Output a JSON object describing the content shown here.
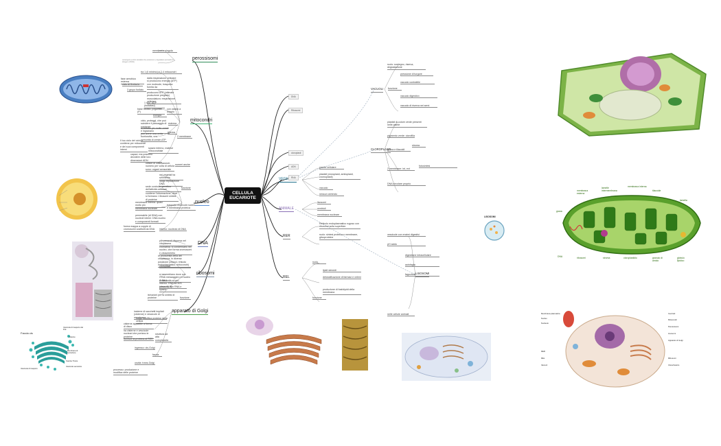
{
  "center": {
    "line1": "CELLULA",
    "line2": "EUCARIOTE"
  },
  "colors": {
    "perossisomi": "#2e8b57",
    "mitocondri": "#3cb371",
    "nucleo": "#5b8fd6",
    "dna": "#6a7fbf",
    "ribosomi": "#7f8fa6",
    "golgi": "#4a9e4a",
    "vegetale": "#1f6f8b",
    "animale": "#8a6fb5",
    "rer": "#7a8fb0",
    "rel": "#8a9ab0",
    "vacuoli": "#d9901f",
    "cloroplasti": "#7bb06a",
    "lisosomi": "#d07a2a"
  },
  "branches": {
    "perossisomi": {
      "label": "perossisomi",
      "items": [
        "membrana singola",
        "contengono enzimi ossidativi che producono e degradano perossido di idrogeno (H2O2)"
      ]
    },
    "mitocondri": {
      "label": "mitocondri",
      "items": [
        "tra 1 (il minimo) e 2-4 mitocondri",
        "fase aerobica esterna",
        "dalla respirazione cellulare si producono energia (ATP) con molecole, trasporta fornita da",
        "ciclo di Krebs in",
        "3 grupo fosfato",
        "producono ATP (ottimale produzione pregiato) muscolatura: respirazione cellulare",
        "1 mol. ADP (fosfatasi)",
        "base fosfato (organica (P)",
        "con ossido a doppio",
        "energia",
        "ciclo, proteggi, che può scindere il passaggio di sostanze",
        "esterna",
        "si forman più molte creste e ingranano",
        "può avere una certa fuoriuscita, una comunità di creste ATP",
        "interna",
        "Il tuo ciclo del ciclo è contiene per mitocondri e dei suoi componenti interni",
        "spazio interno, matrice mitocondriale",
        "capaci, ma possono decidere delle loro dimensioni ADN",
        "2 membrane",
        "cellule di collocamenti: numero per volta di cellula sono: organi sensoriale",
        "numeri anche"
      ]
    },
    "nucleo": {
      "label": "nucleo",
      "items": [
        "nei vegetali ha simmetria",
        "luogo replicazione DNA",
        "sede controllo genetico dell'attività cellulare",
        "funzione",
        "contiene l'informazione, dove si formano i ribosomi sintesi di proteine",
        "membrana interna: quasi molto più",
        "trasporto molecole nucleo e membrana proteica",
        "membrana nucleare",
        "permeabile (di DNA) con nucleoli interni: DNA nucleo e componenti formati",
        "forma mappa a coppie di cromosomi costituiti da DNA",
        "intorno: nucleolo di DNA"
      ]
    },
    "dna": {
      "label": "DNA",
      "items": [
        "più presenti dispersa nel citoplasma",
        "cromatina: si condensano nel nucleo, che forma cromosomi e citoscheletro"
      ]
    },
    "ribosomi": {
      "label": "ribosomi",
      "items": [
        "In prossimità della del citoplasma, in diversa posizione (citosol, reticolo endoplasmatico, mitocondri)",
        "cloroplasti",
        "si assemblano dove con l'RNA messaggero in nucleo di RNA",
        "2 sub unità al loro interno: RNA da 50S (circa 40 S)",
        "ciascuno con RNA e spazio",
        "istruzioni per la sintesi di proteine",
        "funzione"
      ]
    },
    "golgi": {
      "label": "apparato di Golgi",
      "items": [
        "insieme di sacchetti impilati (cisterne) e vescicole di membrana",
        "luogo modifica proteine della cellula",
        "cisterne appiattite a forma di disco",
        "ha cisterne e vescicole nucleari che portano le proteine",
        "fornisce la proteina al RER",
        "struttura ad alta complessità",
        "ingresso: cis-Golgi",
        "faccia",
        "uscita: trans-Golgi",
        "processo: produzione e modifica delle proteine"
      ]
    },
    "vegetale": {
      "label": "VEGETALE",
      "items": [
        "parete cellulare",
        "plastidi (cloroplasti, amiloplasti, cromoplasti)",
        "vacuolo",
        "nessun centriolo"
      ]
    },
    "animale": {
      "label": "ANIMALE",
      "items": [
        "lisosomi",
        "centrioli",
        "membrana nucleare"
      ]
    },
    "rer": {
      "label": "RER",
      "items": [
        "Reticolo endoplasmatico rugoso con ribosomi sulla superficie",
        "ruolo: sintesi proteica e membrane, glicoproteine"
      ]
    },
    "rel": {
      "label": "REL",
      "items": [
        "ruolo",
        "lipidi steroidi",
        "detossificazione di farmaci e veleni",
        "produzione di fosfolipidi della membrana",
        "funzione"
      ]
    },
    "vacuoli": {
      "label": "VACUOLI",
      "items": [
        "ruolo: sostegno, riserva, degradazione",
        "pressione di turgore",
        "funzione",
        "vacuolo contrattile",
        "vacuolo digestivo",
        "vacuolo di riserva nei semi"
      ]
    },
    "cloroplasti": {
      "label": "CLOROPLASTI",
      "items": [
        "plastidi di colore verde presenti nelle piante",
        "pigmento verde: clorofilla",
        "grana e tilacoidi",
        "stroma",
        "2 membrane: int, ext",
        "fotosintesi",
        "DNA circolare proprio"
      ]
    },
    "lisosomi": {
      "label": "LISOSOMI",
      "items": [
        "vescicole con enzimi digestivi",
        "pH acido",
        "digestione intracellulare",
        "autofagia",
        "fagocitosi",
        "nelle cellule animali"
      ]
    }
  },
  "side_notes": [
    "DNA",
    "Ribosomi",
    "cloroplasti",
    "ADN",
    "RNA"
  ],
  "images": {
    "mito": {
      "caption": ""
    },
    "chloro": {
      "labels": [
        "grana",
        "membrana esterna",
        "lamelle intermembrana",
        "membrana interna",
        "tilacoide",
        "lamella",
        "DNA",
        "ribosomi",
        "stroma",
        "cloroplastidio",
        "granulo di amido",
        "globulo lipidico"
      ]
    },
    "lysosome": {
      "label": "LISOSOMI"
    },
    "golgi_small": {
      "labels": [
        "Vescicole di trasporto dal R.E.",
        "Cisterne",
        "Membrana di secrezione",
        "Faccia Trans",
        "Vescicole secretorie",
        "Vescicole di trasporto",
        "Faccia cis"
      ]
    },
    "animal_cell": {
      "labels": [
        "Membrana plasmatica",
        "Nucleo",
        "Nucleolo",
        "Centrioli",
        "Mitocondri",
        "Perossisomi",
        "Lisosomi",
        "Apparato di Golgi",
        "Ribosomi",
        "Citoscheletro",
        "RER",
        "REL",
        "Vacuoli"
      ]
    }
  }
}
